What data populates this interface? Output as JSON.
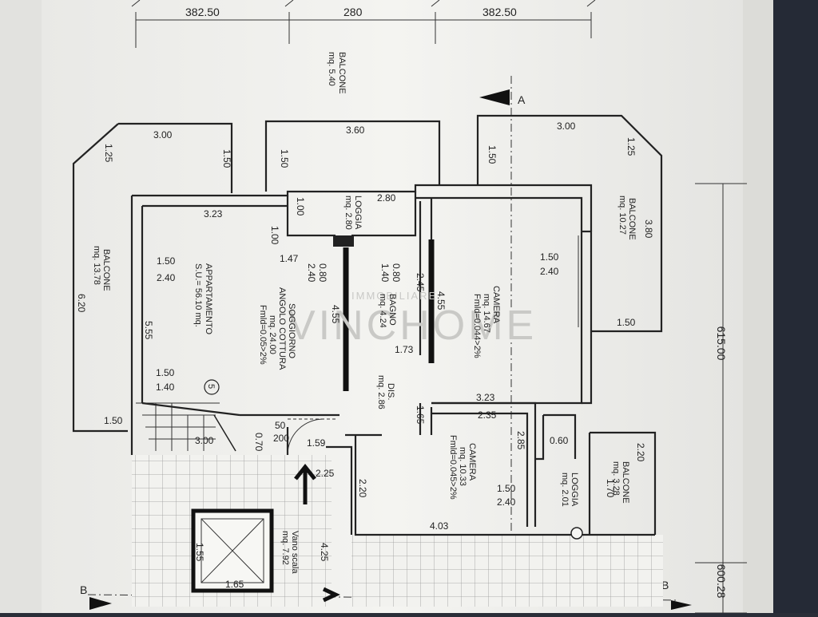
{
  "dimensions_top": [
    "382.50",
    "280",
    "382.50"
  ],
  "dimension_right_total": "615.00",
  "dimension_right_lower": "600.28",
  "section_marks": {
    "a": "A",
    "b_left": "B",
    "b_right": "B"
  },
  "watermark": "VINCHOME",
  "watermark_small": "IMMOBILIARE",
  "apartment": {
    "title": "APPARTAMENTO",
    "su": "S.U.= 56.10 mq.",
    "number": "5"
  },
  "rooms": {
    "balcone_top": {
      "name": "BALCONE",
      "area": "mq. 5.40"
    },
    "loggia_top": {
      "name": "LOGGIA",
      "area": "mq. 2.80"
    },
    "balcone_right": {
      "name": "BALCONE",
      "area": "mq. 10.27"
    },
    "balcone_left": {
      "name": "BALCONE",
      "area": "mq. 13.78"
    },
    "soggiorno": {
      "name": "SOGGIORNO",
      "sub": "ANGOLO COTTURA",
      "area": "mq. 24.00",
      "fmld": "Fmld=0.05>2%"
    },
    "bagno": {
      "name": "BAGNO",
      "area": "mq. 4.24"
    },
    "camera1": {
      "name": "CAMERA",
      "area": "mq. 14.67",
      "fmld": "Fmld=0.044>2%"
    },
    "dis": {
      "name": "DIS.",
      "area": "mq. 2.86"
    },
    "camera2": {
      "name": "CAMERA",
      "area": "mq. 10.33",
      "fmld": "Fmld=0.045>2%"
    },
    "loggia_right": {
      "name": "LOGGIA",
      "area": "mq. 2.01"
    },
    "balcone_small": {
      "name": "BALCONE",
      "area": "mq. 3.28"
    },
    "vano_scala": {
      "name": "Vano scala",
      "area": "mq. 7.92"
    }
  },
  "dims": {
    "d300a": "3.00",
    "d125a": "1.25",
    "d150a": "1.50",
    "d360": "3.60",
    "d150b": "1.50",
    "d300b": "3.00",
    "d125b": "1.25",
    "d150c": "1.50",
    "d280": "2.80",
    "d100a": "1.00",
    "d323a": "3.23",
    "d100b": "1.00",
    "d380": "3.80",
    "d147": "1.47",
    "d080a": "0.80",
    "d240a": "2.40",
    "d080b": "0.80",
    "d140": "1.40",
    "d245": "2.45",
    "d455a": "4.55",
    "d150d": "1.50",
    "d240b": "2.40",
    "d150e": "1.50",
    "d240c": "2.40",
    "d620": "6.20",
    "d555": "5.55",
    "d455b": "4.55",
    "d173": "1.73",
    "d150f": "1.50",
    "d150g": "1.50",
    "d140b": "1.40",
    "d323b": "3.23",
    "d165": "1.65",
    "d235": "2.35",
    "d150h": "1.50",
    "d050": "50",
    "d200": "200",
    "d070": "0.70",
    "d300c": "3.00",
    "d159": "1.59",
    "d060": "0.60",
    "d285": "2.85",
    "d220a": "2.20",
    "d225": "2.25",
    "d150i": "1.50",
    "d240d": "2.40",
    "d220b": "2.20",
    "d170": "1.70",
    "d403": "4.03",
    "d425": "4.25",
    "d155": "1.55",
    "d165b": "1.65"
  }
}
